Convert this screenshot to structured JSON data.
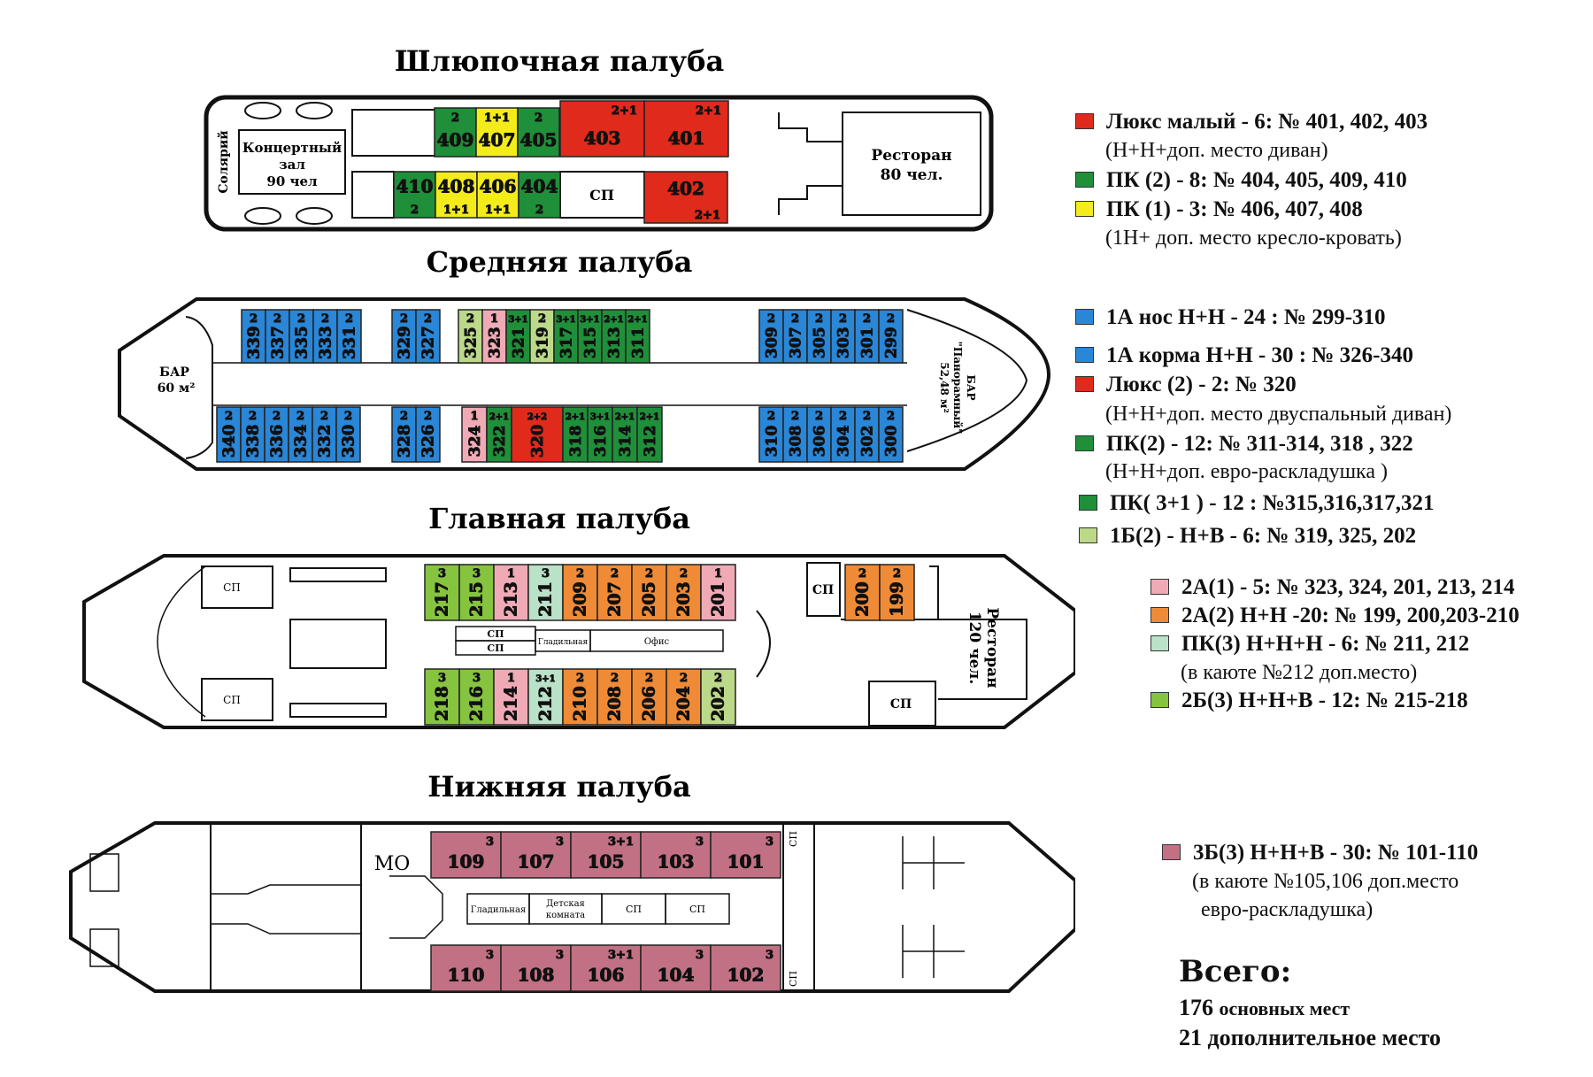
{
  "colors": {
    "lux": "#e02a1c",
    "pk2": "#1f8f3a",
    "pk1": "#f4ec1a",
    "blue": "#2a86d6",
    "lightgreen": "#bcd98a",
    "pink": "#f0aab6",
    "orange": "#ef8b36",
    "mint": "#b9e2c8",
    "green2b": "#86c440",
    "mauve": "#c27185"
  },
  "decks": [
    {
      "title": "Шлюпочная палуба",
      "labels": [
        "Солярий",
        "Концертный",
        "зал",
        "90 чел",
        "Ресторан",
        "80 чел.",
        "СП"
      ],
      "top_cabins": [
        {
          "no": "409",
          "cap": "2",
          "color": "pk2"
        },
        {
          "no": "407",
          "cap": "1+1",
          "color": "pk1"
        },
        {
          "no": "405",
          "cap": "2",
          "color": "pk2"
        },
        {
          "no": "403",
          "cap": "2+1",
          "color": "lux"
        },
        {
          "no": "401",
          "cap": "2+1",
          "color": "lux"
        }
      ],
      "bottom_cabins": [
        {
          "no": "410",
          "cap": "2",
          "color": "pk2"
        },
        {
          "no": "408",
          "cap": "1+1",
          "color": "pk1"
        },
        {
          "no": "406",
          "cap": "1+1",
          "color": "pk1"
        },
        {
          "no": "404",
          "cap": "2",
          "color": "pk2"
        },
        {
          "no": "402",
          "cap": "2+1",
          "color": "lux"
        }
      ]
    },
    {
      "title": "Средняя палуба",
      "labels": [
        "БАР",
        "60 м²",
        "БАР",
        "\"Панорамный\"",
        "52,48 м²"
      ],
      "top_left": [
        {
          "no": "339",
          "cap": "2"
        },
        {
          "no": "337",
          "cap": "2"
        },
        {
          "no": "335",
          "cap": "2"
        },
        {
          "no": "333",
          "cap": "2"
        },
        {
          "no": "331",
          "cap": "2"
        },
        {
          "no": "329",
          "cap": "2"
        },
        {
          "no": "327",
          "cap": "2"
        }
      ],
      "top_mid": [
        {
          "no": "325",
          "cap": "2",
          "color": "lightgreen"
        },
        {
          "no": "323",
          "cap": "1",
          "color": "pink"
        },
        {
          "no": "321",
          "cap": "3+1",
          "color": "pk2"
        },
        {
          "no": "319",
          "cap": "2",
          "color": "lightgreen"
        },
        {
          "no": "317",
          "cap": "3+1",
          "color": "pk2"
        },
        {
          "no": "315",
          "cap": "3+1",
          "color": "pk2"
        },
        {
          "no": "313",
          "cap": "2+1",
          "color": "pk2"
        },
        {
          "no": "311",
          "cap": "2+1",
          "color": "pk2"
        }
      ],
      "top_right": [
        {
          "no": "309",
          "cap": "2"
        },
        {
          "no": "307",
          "cap": "2"
        },
        {
          "no": "305",
          "cap": "2"
        },
        {
          "no": "303",
          "cap": "2"
        },
        {
          "no": "301",
          "cap": "2"
        },
        {
          "no": "299",
          "cap": "2"
        }
      ],
      "bottom_left": [
        {
          "no": "340",
          "cap": "2"
        },
        {
          "no": "338",
          "cap": "2"
        },
        {
          "no": "336",
          "cap": "2"
        },
        {
          "no": "334",
          "cap": "2"
        },
        {
          "no": "332",
          "cap": "2"
        },
        {
          "no": "330",
          "cap": "2"
        },
        {
          "no": "328",
          "cap": "2"
        },
        {
          "no": "326",
          "cap": "2"
        }
      ],
      "bottom_mid": [
        {
          "no": "324",
          "cap": "1",
          "color": "pink"
        },
        {
          "no": "322",
          "cap": "2+1",
          "color": "pk2"
        },
        {
          "no": "320",
          "cap": "2+2",
          "color": "lux"
        },
        {
          "no": "318",
          "cap": "2+1",
          "color": "pk2"
        },
        {
          "no": "316",
          "cap": "3+1",
          "color": "pk2"
        },
        {
          "no": "314",
          "cap": "2+1",
          "color": "pk2"
        },
        {
          "no": "312",
          "cap": "2+1",
          "color": "pk2"
        }
      ],
      "bottom_right": [
        {
          "no": "310",
          "cap": "2"
        },
        {
          "no": "308",
          "cap": "2"
        },
        {
          "no": "306",
          "cap": "2"
        },
        {
          "no": "304",
          "cap": "2"
        },
        {
          "no": "302",
          "cap": "2"
        },
        {
          "no": "300",
          "cap": "2"
        }
      ]
    },
    {
      "title": "Главная палуба",
      "labels": [
        "СП",
        "Гладильная",
        "Офис",
        "Ресторан",
        "120 чел."
      ],
      "top_cabins": [
        {
          "no": "217",
          "cap": "3",
          "color": "green2b"
        },
        {
          "no": "215",
          "cap": "3",
          "color": "green2b"
        },
        {
          "no": "213",
          "cap": "1",
          "color": "pink"
        },
        {
          "no": "211",
          "cap": "3",
          "color": "mint"
        },
        {
          "no": "209",
          "cap": "2",
          "color": "orange"
        },
        {
          "no": "207",
          "cap": "2",
          "color": "orange"
        },
        {
          "no": "205",
          "cap": "2",
          "color": "orange"
        },
        {
          "no": "203",
          "cap": "2",
          "color": "orange"
        },
        {
          "no": "201",
          "cap": "1",
          "color": "pink"
        }
      ],
      "bottom_cabins": [
        {
          "no": "218",
          "cap": "3",
          "color": "green2b"
        },
        {
          "no": "216",
          "cap": "3",
          "color": "green2b"
        },
        {
          "no": "214",
          "cap": "1",
          "color": "pink"
        },
        {
          "no": "212",
          "cap": "3+1",
          "color": "mint"
        },
        {
          "no": "210",
          "cap": "2",
          "color": "orange"
        },
        {
          "no": "208",
          "cap": "2",
          "color": "orange"
        },
        {
          "no": "206",
          "cap": "2",
          "color": "orange"
        },
        {
          "no": "204",
          "cap": "2",
          "color": "orange"
        },
        {
          "no": "202",
          "cap": "2",
          "color": "lightgreen"
        }
      ],
      "extra_cabins": [
        {
          "no": "200",
          "cap": "2",
          "color": "orange"
        },
        {
          "no": "199",
          "cap": "2",
          "color": "orange"
        }
      ]
    },
    {
      "title": "Нижняя палуба",
      "labels": [
        "МО",
        "Гладильная",
        "Детская",
        "комната",
        "СП"
      ],
      "top_cabins": [
        {
          "no": "109",
          "cap": "3"
        },
        {
          "no": "107",
          "cap": "3"
        },
        {
          "no": "105",
          "cap": "3+1"
        },
        {
          "no": "103",
          "cap": "3"
        },
        {
          "no": "101",
          "cap": "3"
        }
      ],
      "bottom_cabins": [
        {
          "no": "110",
          "cap": "3"
        },
        {
          "no": "108",
          "cap": "3"
        },
        {
          "no": "106",
          "cap": "3+1"
        },
        {
          "no": "104",
          "cap": "3"
        },
        {
          "no": "102",
          "cap": "3"
        }
      ]
    }
  ],
  "legend_top": [
    {
      "color": "lux",
      "text": "Люкс малый - 6: № 401, 402, 403",
      "note": "(Н+Н+доп. место диван)"
    },
    {
      "color": "pk2",
      "text": "ПК (2) - 8: № 404, 405, 409, 410"
    },
    {
      "color": "pk1",
      "text": "ПК (1) - 3: № 406, 407, 408",
      "note": "(1Н+ доп. место кресло-кровать)"
    }
  ],
  "legend_mid": [
    {
      "color": "blue",
      "text": "1А нос  Н+Н - 24 : № 299-310"
    },
    {
      "color": "blue",
      "text": "1А корма  Н+Н - 30 : № 326-340"
    },
    {
      "color": "lux",
      "text": "Люкс (2)  - 2: № 320",
      "note": "(Н+Н+доп. место двуспальный диван)"
    },
    {
      "color": "pk2",
      "text": "ПК(2) - 12: № 311-314, 318 , 322",
      "note": "(Н+Н+доп.  евро-раскладушка )"
    },
    {
      "color": "pk2",
      "text": "ПК( 3+1 )  - 12 : №315,316,317,321"
    },
    {
      "color": "lightgreen",
      "text": "1Б(2) - Н+В - 6: № 319, 325, 202"
    }
  ],
  "legend_main": [
    {
      "color": "pink",
      "text": "2А(1) - 5: № 323, 324, 201, 213, 214"
    },
    {
      "color": "orange",
      "text": "2А(2) Н+Н -20: № 199, 200,203-210"
    },
    {
      "color": "mint",
      "text": "ПК(3) Н+Н+Н - 6: № 211, 212",
      "note": "(в каюте №212 доп.место)"
    },
    {
      "color": "green2b",
      "text": "2Б(3) Н+Н+В - 12: № 215-218"
    }
  ],
  "legend_lower": [
    {
      "color": "mauve",
      "text": "3Б(3) Н+Н+В - 30: № 101-110",
      "note": "(в каюте №105,106 доп.место",
      "note2": "евро-раскладушка)"
    }
  ],
  "totals": {
    "title": "Всего:",
    "main_num": "176",
    "main_text": "основных мест",
    "extra_num": "21",
    "extra_text": "дополнительное место"
  }
}
